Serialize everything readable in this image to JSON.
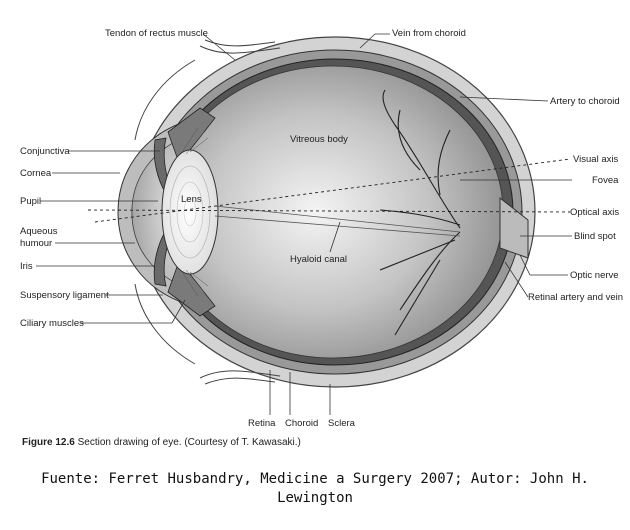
{
  "labels": {
    "tendon": "Tendon of rectus muscle",
    "vein_choroid": "Vein from choroid",
    "artery_choroid": "Artery to choroid",
    "vitreous": "Vitreous body",
    "conjunctiva": "Conjunctiva",
    "cornea": "Cornea",
    "visual_axis": "Visual axis",
    "fovea": "Fovea",
    "pupil": "Pupil",
    "lens": "Lens",
    "optical_axis": "Optical axis",
    "aqueous_1": "Aqueous",
    "aqueous_2": "humour",
    "blind_spot": "Blind spot",
    "iris": "Iris",
    "hyaloid": "Hyaloid canal",
    "optic_nerve": "Optic nerve",
    "suspensory": "Suspensory ligament",
    "retinal_av": "Retinal artery and vein",
    "ciliary": "Ciliary muscles",
    "retina": "Retina",
    "choroid": "Choroid",
    "sclera": "Sclera"
  },
  "caption": {
    "figure": "Figure 12.6",
    "text": "Section drawing of eye. (Courtesy of T. Kawasaki.)"
  },
  "source": {
    "line1": "Fuente: Ferret Husbandry, Medicine a Surgery 2007; Autor: John H.",
    "line2": "Lewington"
  }
}
